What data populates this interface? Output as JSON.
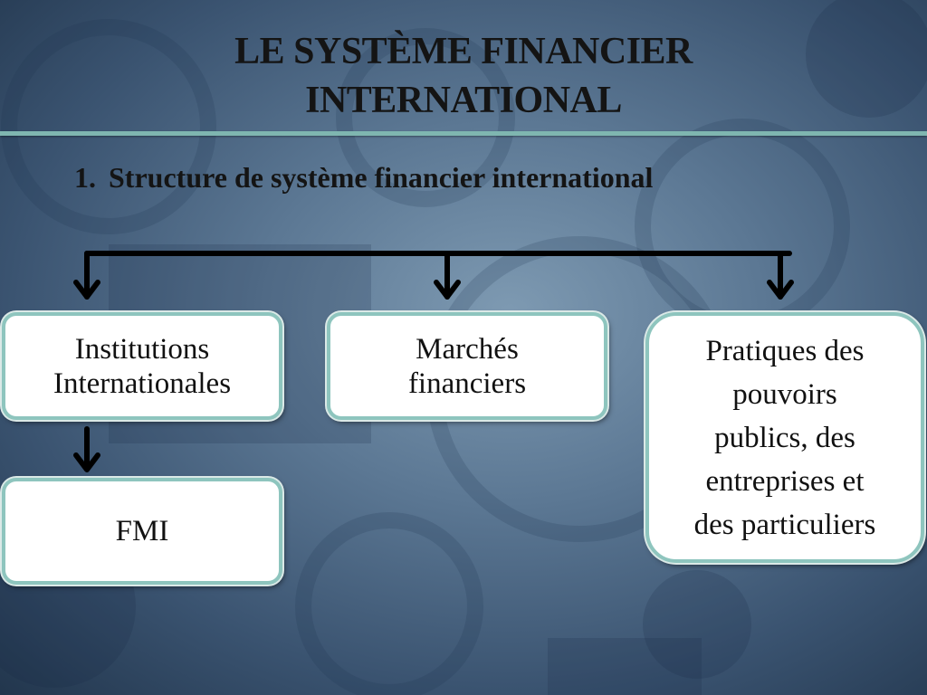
{
  "slide": {
    "title_line1": "LE SYSTÈME FINANCIER",
    "title_line2": "INTERNATIONAL",
    "subtitle_number": "1.",
    "subtitle_text": "Structure de système financier international"
  },
  "diagram": {
    "nodes": [
      {
        "id": "institutions",
        "lines": [
          "Institutions",
          "Internationales"
        ]
      },
      {
        "id": "marches",
        "lines": [
          "Marchés",
          "financiers"
        ]
      },
      {
        "id": "pratiques",
        "lines": [
          "Pratiques des",
          "pouvoirs",
          "publics, des",
          "entreprises et",
          "des particuliers"
        ]
      },
      {
        "id": "fmi",
        "lines": [
          "FMI"
        ]
      }
    ],
    "edges": [
      {
        "from": "root",
        "to": "institutions"
      },
      {
        "from": "root",
        "to": "marches"
      },
      {
        "from": "root",
        "to": "pratiques"
      },
      {
        "from": "institutions",
        "to": "fmi"
      }
    ],
    "colors": {
      "box_border": "#8ec5be",
      "box_fill": "#ffffff",
      "connector": "#000000",
      "rule": "#7fb6b0",
      "background": "#5c7894"
    }
  }
}
